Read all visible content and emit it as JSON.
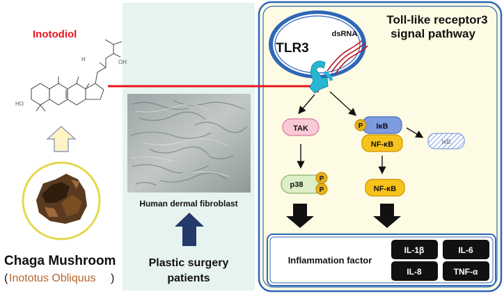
{
  "compound": {
    "name": "Inotodiol",
    "hydroxyl_labels": [
      "HO",
      "H",
      "OH"
    ]
  },
  "mushroom": {
    "title": "Chaga Mushroom",
    "paren_open": "(",
    "latin": "Inototus Obliquus",
    "paren_close": ")"
  },
  "cells": {
    "caption": "Human dermal fibroblast",
    "source_line1": "Plastic surgery",
    "source_line2": "patients"
  },
  "pathway": {
    "title_line1": "Toll-like receptor3",
    "title_line2": "signal pathway",
    "receptor": "TLR3",
    "ligand": "dsRNA",
    "tak": "TAK",
    "p38": "p38",
    "phospho": "P",
    "ikb": "IκB",
    "nfkb_bound": "NF-κB",
    "ikb_degraded": "IκB",
    "nfkb_free": "NF-κB"
  },
  "inflammation": {
    "label": "Inflammation factor",
    "factors": [
      "IL-1β",
      "IL-6",
      "IL-8",
      "TNF-α"
    ]
  },
  "colors": {
    "inhibition": "#e8141a",
    "arrow_up_fill": "#fff3c4",
    "arrow_dark": "#243a6b",
    "panel_fill": "#fdfbe3",
    "panel_border": "#2e66b8",
    "cell_panel": "#e7f3ee",
    "receptor": "#27b6d4",
    "latin_text": "#b5652b",
    "tak_fill": "#f9c9d5",
    "p38_fill": "#dcefc6",
    "phospho_fill": "#e8b21a",
    "ikb_fill": "#7f9be0",
    "nfkb_fill": "#f8c21c"
  }
}
